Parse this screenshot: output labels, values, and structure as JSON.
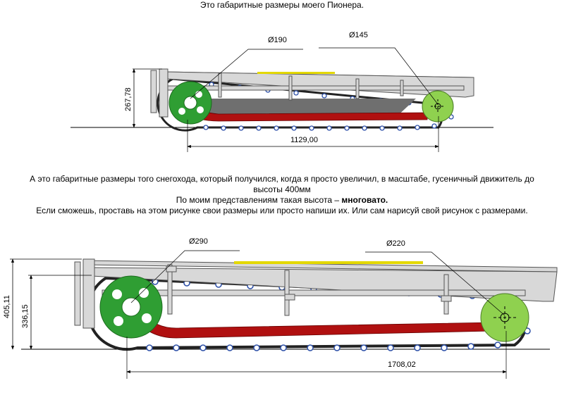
{
  "title": "Это габаритные размеры моего Пионера.",
  "paragraph": {
    "line1": "А это габаритные размеры того снегохода, который получился, когда я просто увеличил, в масштабе, гусеничный движитель до высоты 400мм",
    "line2_prefix": "По моим представлениям такая высота – ",
    "line2_bold": "многовато.",
    "line3": "Если сможешь, проставь на этом рисунке свои размеры или просто напиши их. Или сам нарисуй свой рисунок с размерами."
  },
  "drawing1": {
    "front_wheel_diameter": "Ø190",
    "rear_wheel_diameter": "Ø145",
    "height": "267,78",
    "length": "1129,00"
  },
  "drawing2": {
    "front_wheel_diameter": "Ø290",
    "rear_wheel_diameter": "Ø220",
    "total_height": "405,11",
    "track_height": "336,15",
    "length": "1708,02"
  },
  "colors": {
    "frame": "#d8d8d8",
    "frame_stroke": "#555555",
    "wheel": "#2f9e33",
    "rear_wheel": "#8fd14f",
    "skid": "#b01010",
    "track": "#222222",
    "bolt": "#2c4fa8",
    "panel": "#6f6f6f",
    "accent": "#e3d800"
  }
}
